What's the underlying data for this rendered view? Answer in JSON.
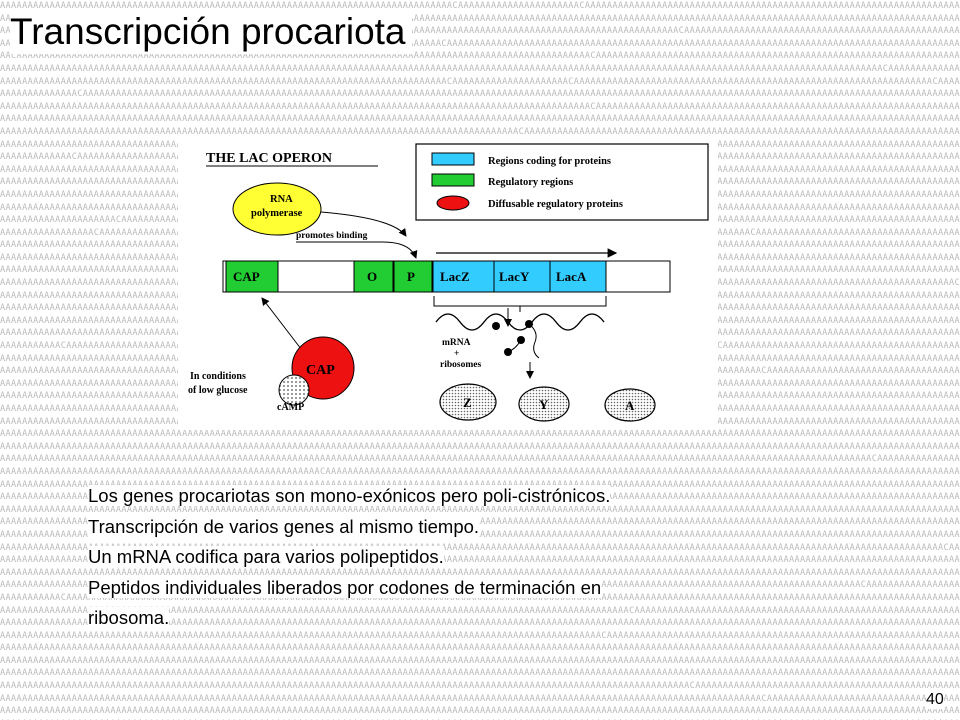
{
  "slide": {
    "title": "Transcripción procariota",
    "page_number": "40"
  },
  "diagram": {
    "heading": "THE LAC OPERON",
    "legend": [
      {
        "label": "Regions coding for proteins",
        "color": "#33ccff"
      },
      {
        "label": "Regulatory regions",
        "color": "#22cc33"
      },
      {
        "label": "Diffusable regulatory proteins",
        "color": "#ee1111"
      }
    ],
    "rna_polymerase": {
      "line1": "RNA",
      "line2": "polymerase",
      "color": "#ffff33"
    },
    "promotes_binding": "promotes binding",
    "segments": [
      {
        "label": "CAP",
        "kind": "regulatory"
      },
      {
        "label": "O",
        "kind": "regulatory"
      },
      {
        "label": "P",
        "kind": "regulatory"
      },
      {
        "label": "LacZ",
        "kind": "coding"
      },
      {
        "label": "LacY",
        "kind": "coding"
      },
      {
        "label": "LacA",
        "kind": "coding"
      }
    ],
    "cap_protein": "CAP",
    "camp": "cAMP",
    "condition_line1": "In conditions",
    "condition_line2": "of low glucose",
    "mrna_line1": "mRNA",
    "mrna_line2": "+",
    "mrna_line3": "ribosomes",
    "proteins": [
      "Z",
      "Y",
      "A"
    ]
  },
  "bullets": [
    "Los genes procariotas son mono-exónicos pero poli-cistrónicos.",
    "Transcripción de varios genes al mismo tiempo.",
    "Un mRNA codifica para varios polipeptidos.",
    "Peptidos individuales liberados por codones de terminación en",
    "ribosoma."
  ]
}
